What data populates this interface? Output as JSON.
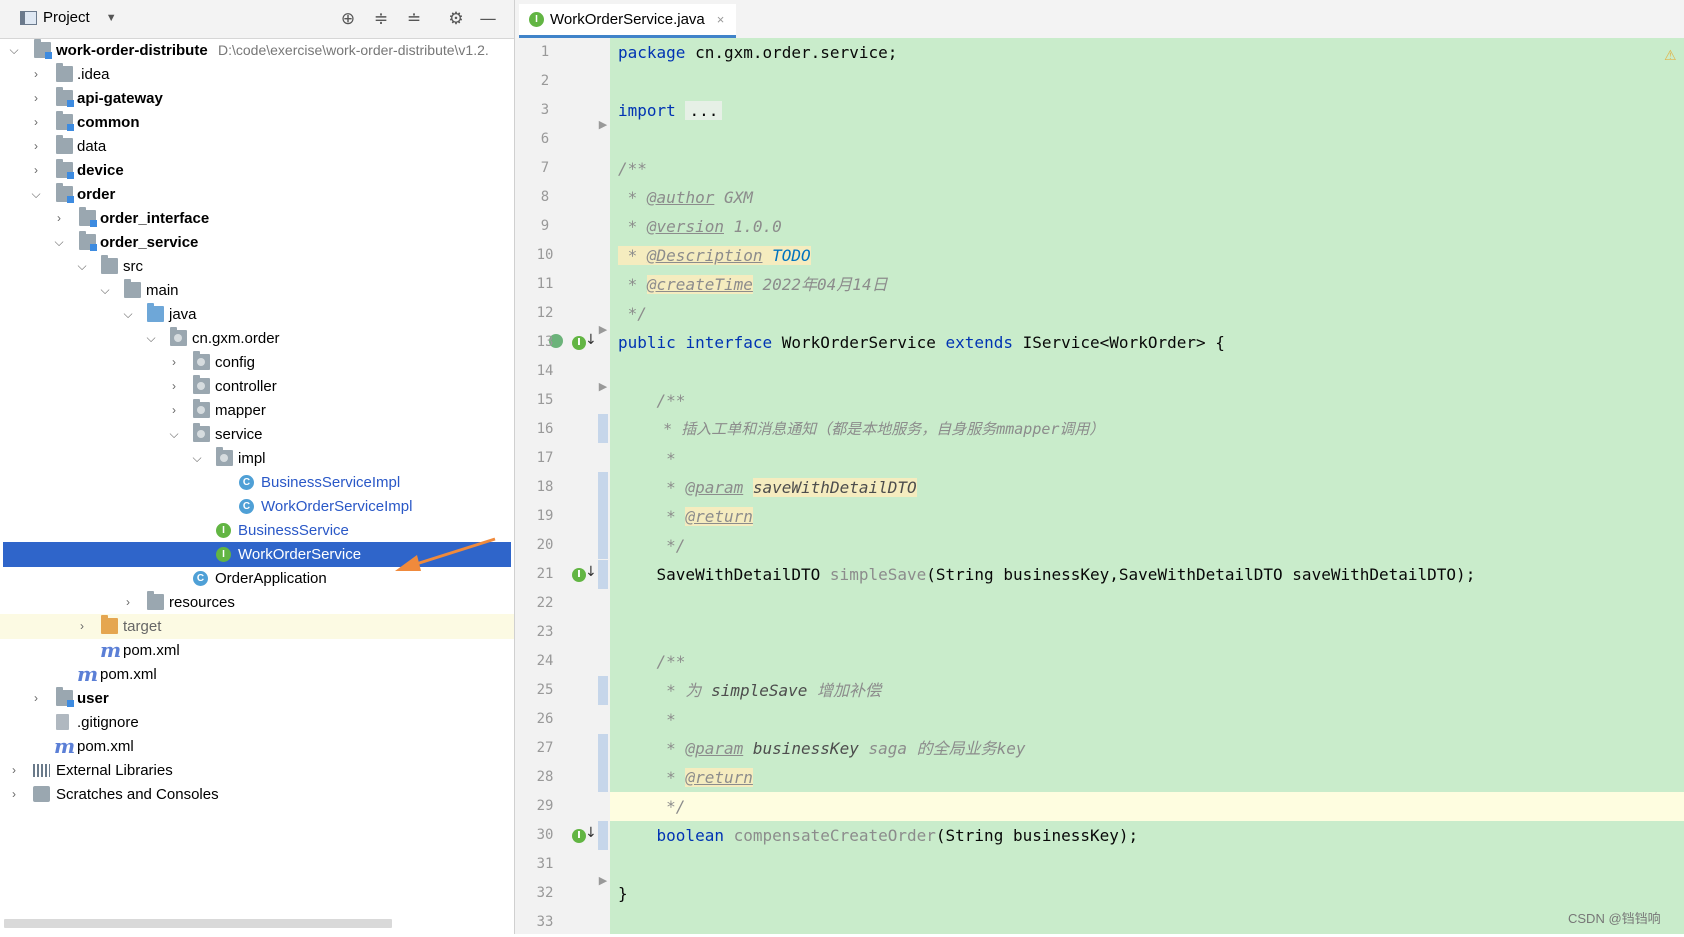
{
  "project_panel": {
    "title": "Project",
    "toolbar_icons": [
      "locate-icon",
      "expand-all-icon",
      "collapse-all-icon",
      "gear-icon",
      "minimize-icon"
    ],
    "tree": [
      {
        "label": "work-order-distribute",
        "path_hint": "D:\\code\\exercise\\work-order-distribute\\v1.2.",
        "icon": "module-folder-icon",
        "bold": true
      },
      {
        "label": ".idea",
        "icon": "folder-icon",
        "bold": false
      },
      {
        "label": "api-gateway",
        "icon": "module-folder-icon",
        "bold": true
      },
      {
        "label": "common",
        "icon": "module-folder-icon",
        "bold": true
      },
      {
        "label": "data",
        "icon": "folder-icon",
        "bold": false
      },
      {
        "label": "device",
        "icon": "module-folder-icon",
        "bold": true
      },
      {
        "label": "order",
        "icon": "module-folder-icon",
        "bold": true
      },
      {
        "label": "order_interface",
        "icon": "module-folder-icon",
        "bold": true
      },
      {
        "label": "order_service",
        "icon": "module-folder-icon",
        "bold": true
      },
      {
        "label": "src",
        "icon": "folder-icon",
        "bold": false
      },
      {
        "label": "main",
        "icon": "folder-icon",
        "bold": false
      },
      {
        "label": "java",
        "icon": "source-folder-icon",
        "bold": false
      },
      {
        "label": "cn.gxm.order",
        "icon": "package-icon",
        "bold": false
      },
      {
        "label": "config",
        "icon": "package-icon",
        "bold": false
      },
      {
        "label": "controller",
        "icon": "package-icon",
        "bold": false
      },
      {
        "label": "mapper",
        "icon": "package-icon",
        "bold": false
      },
      {
        "label": "service",
        "icon": "package-icon",
        "bold": false
      },
      {
        "label": "impl",
        "icon": "package-icon",
        "bold": false
      },
      {
        "label": "BusinessServiceImpl",
        "icon": "class-icon",
        "bold": false
      },
      {
        "label": "WorkOrderServiceImpl",
        "icon": "class-icon",
        "bold": false
      },
      {
        "label": "BusinessService",
        "icon": "interface-icon",
        "bold": false
      },
      {
        "label": "WorkOrderService",
        "icon": "interface-icon",
        "bold": false,
        "selected": true
      },
      {
        "label": "OrderApplication",
        "icon": "spring-app-icon",
        "bold": false
      },
      {
        "label": "resources",
        "icon": "resources-folder-icon",
        "bold": false
      },
      {
        "label": "target",
        "icon": "excluded-folder-icon",
        "bold": false
      },
      {
        "label": "pom.xml",
        "icon": "maven-icon",
        "bold": false
      },
      {
        "label": "pom.xml",
        "icon": "maven-icon",
        "bold": false
      },
      {
        "label": "user",
        "icon": "module-folder-icon",
        "bold": true
      },
      {
        "label": ".gitignore",
        "icon": "ignore-file-icon",
        "bold": false
      },
      {
        "label": "pom.xml",
        "icon": "maven-icon",
        "bold": false
      },
      {
        "label": "External Libraries",
        "icon": "libraries-icon",
        "bold": false
      },
      {
        "label": "Scratches and Consoles",
        "icon": "scratches-icon",
        "bold": false
      }
    ]
  },
  "editor": {
    "tab": {
      "label": "WorkOrderService.java",
      "icon": "interface-icon",
      "close": "×"
    },
    "line_numbers": [
      "1",
      "2",
      "3",
      "6",
      "7",
      "8",
      "9",
      "10",
      "11",
      "12",
      "13",
      "14",
      "15",
      "16",
      "17",
      "18",
      "19",
      "20",
      "21",
      "22",
      "23",
      "24",
      "25",
      "26",
      "27",
      "28",
      "29",
      "30",
      "31",
      "32",
      "33"
    ],
    "lines": {
      "l1_kw": "package",
      "l1_rest": " cn.gxm.order.service;",
      "l3_kw": "import",
      "l3_rest": "...",
      "l7": "/**",
      "l8_star": " * ",
      "l8_tag": "@author",
      "l8_rest": " GXM",
      "l9_star": " * ",
      "l9_tag": "@version",
      "l9_rest": " 1.0.0",
      "l10_star": " * ",
      "l10_tag": "@Description",
      "l10_rest": " TODO",
      "l11_star": " * ",
      "l11_tag": "@createTime",
      "l11_rest": " 2022年04月14日",
      "l12": " */",
      "l13_a": "public",
      "l13_b": "interface",
      "l13_c": " WorkOrderService ",
      "l13_d": "extends",
      "l13_e": " IService<WorkOrder> {",
      "l15": "    /**",
      "l16": "     * 插入工单和消息通知（都是本地服务，自身服务mmapper调用）",
      "l17": "     *",
      "l18_star": "     * ",
      "l18_tag": "@param",
      "l18_name": "saveWithDetailDTO",
      "l19_star": "     * ",
      "l19_tag": "@return",
      "l20": "     */",
      "l21_a": "    SaveWithDetailDTO ",
      "l21_b": "simpleSave",
      "l21_c": "(String businessKey,SaveWithDetailDTO saveWithDetailDTO);",
      "l24": "    /**",
      "l25_a": "     * 为 ",
      "l25_b": "simpleSave",
      "l25_c": " 增加补偿",
      "l26": "     *",
      "l27_star": "     * ",
      "l27_tag": "@param",
      "l27_name": " businessKey",
      "l27_rest": " saga 的全局业务key",
      "l28_star": "     * ",
      "l28_tag": "@return",
      "l29": "     */",
      "l30_a": "boolean",
      "l30_b": " compensateCreateOrder",
      "l30_c": "(String businessKey);",
      "l32": "}"
    }
  },
  "watermark": "CSDN @铛铛响",
  "colors": {
    "selection": "#2f65ca",
    "code_bg": "#c9eccb",
    "keyword": "#0033b3",
    "comment": "#8c8c8c",
    "arrow": "#f08a3c"
  }
}
